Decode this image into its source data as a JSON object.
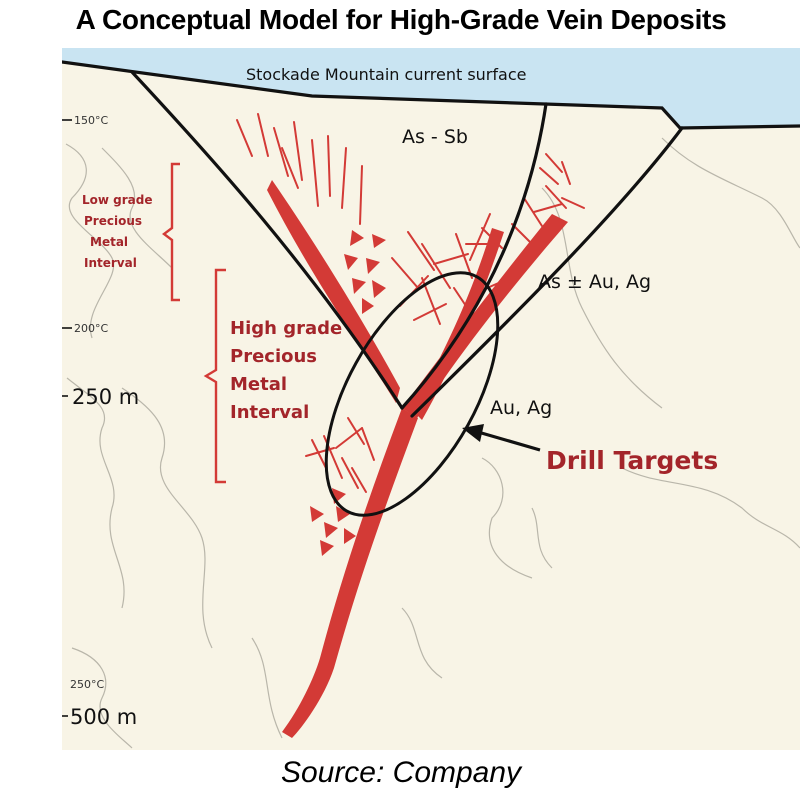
{
  "title": "A Conceptual Model for High-Grade Vein Deposits",
  "caption": "Source: Company",
  "diagram": {
    "surface_label": "Stockade Mountain current surface",
    "zones": {
      "as_sb": "As - Sb",
      "as_au_ag": "As ± Au, Ag",
      "au_ag": "Au, Ag"
    },
    "intervals": {
      "low_grade": [
        "Low grade",
        "Precious",
        "Metal",
        "Interval"
      ],
      "high_grade": [
        "High grade",
        "Precious",
        "Metal",
        "Interval"
      ]
    },
    "drill_targets": "Drill Targets",
    "temperatures": {
      "t150": "150°C",
      "t200": "200°C",
      "t250": "250°C"
    },
    "depths": {
      "d250": "250 m",
      "d500": "500 m"
    },
    "colors": {
      "sky": "#c9e4f2",
      "ground": "#f8f4e6",
      "vein": "#d33a36",
      "label_red": "#a3252a",
      "fault": "#111111"
    }
  }
}
